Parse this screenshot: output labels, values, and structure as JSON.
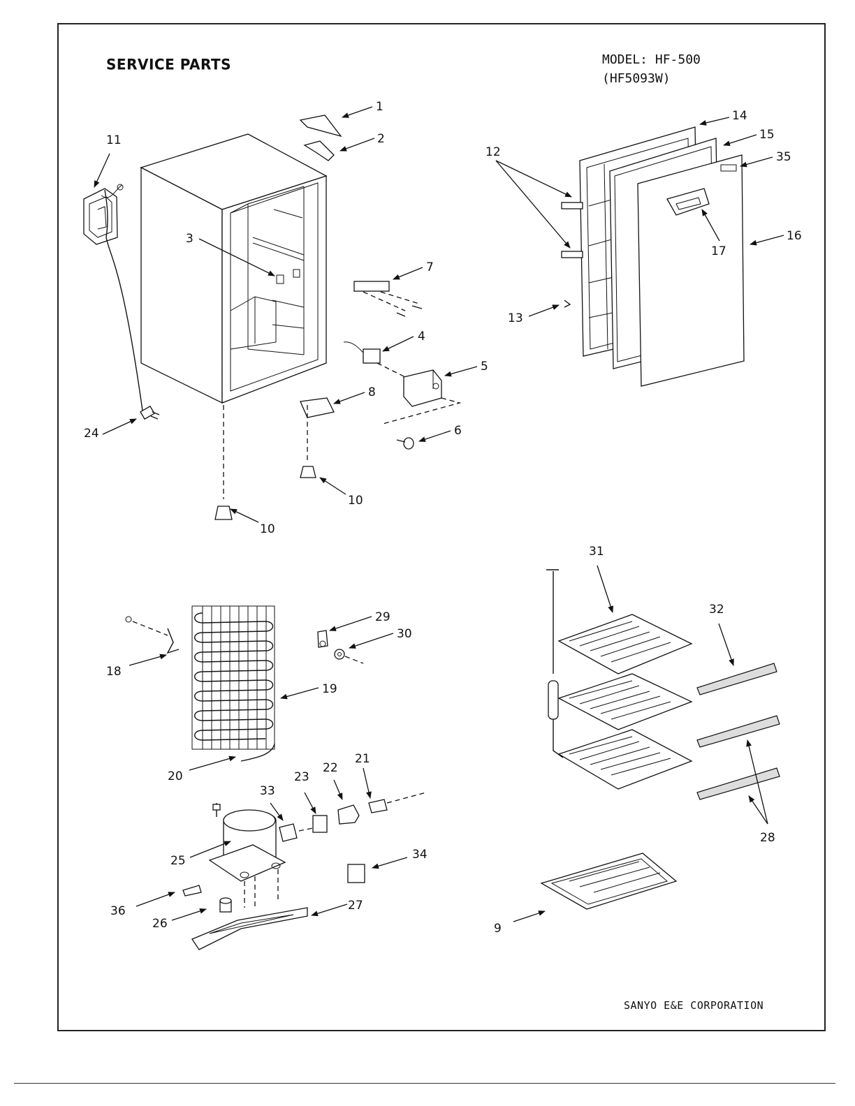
{
  "header": {
    "title": "SERVICE PARTS",
    "model_line1": "MODEL: HF-500",
    "model_line2": "(HF5093W)"
  },
  "footer": {
    "company": "SANYO E&E CORPORATION"
  },
  "callouts": {
    "c1": "1",
    "c2": "2",
    "c3": "3",
    "c4": "4",
    "c5": "5",
    "c6": "6",
    "c7": "7",
    "c8": "8",
    "c9": "9",
    "c10a": "10",
    "c10b": "10",
    "c11": "11",
    "c12": "12",
    "c13": "13",
    "c14": "14",
    "c15": "15",
    "c16": "16",
    "c17": "17",
    "c18": "18",
    "c19": "19",
    "c20": "20",
    "c21": "21",
    "c22": "22",
    "c23": "23",
    "c24": "24",
    "c25": "25",
    "c26": "26",
    "c27": "27",
    "c28": "28",
    "c29": "29",
    "c30": "30",
    "c31": "31",
    "c32": "32",
    "c33": "33",
    "c34": "34",
    "c35": "35",
    "c36": "36"
  }
}
